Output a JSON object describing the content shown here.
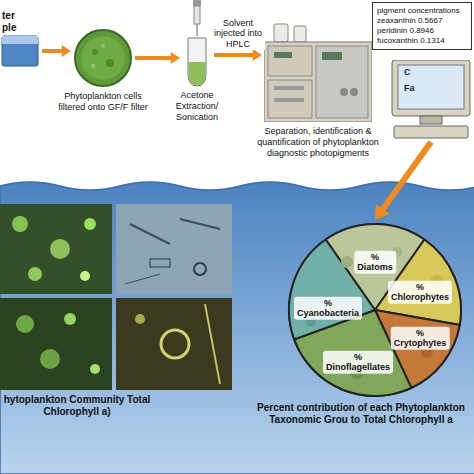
{
  "diagram": {
    "nodes": [
      {
        "text": [
          "ter ple"
        ]
      },
      {
        "text": [
          "Phytoplankton cells filtered onto GF/F filter"
        ]
      },
      {
        "text": [
          "Acetone Extraction/ Sonication"
        ]
      },
      {
        "text": [
          "Separation, identification & quantification of phytoplankton diagnostic photopigments"
        ]
      },
      {
        "text": [
          "pigment concentrations",
          "zeaxanthin 0.5667",
          "peridinin 0.8946",
          "fucoxanthin 0.1314"
        ]
      },
      {
        "text": [
          "C",
          "Fa"
        ]
      },
      {
        "text": [
          "hytoplankton Community Total Chlorophyll a)"
        ]
      },
      {
        "text": [
          "Percent contribution of each Phytoplankton Taxonomic Grou to Total Chlorophyll a"
        ]
      },
      {
        "text": [
          "%",
          "Diatoms"
        ],
        "in": 7
      },
      {
        "text": [
          "%",
          "Chlorophytes"
        ],
        "in": 7
      },
      {
        "text": [
          "%",
          "Cyanobacteria"
        ],
        "in": 7
      },
      {
        "text": [
          "%",
          "Crytophytes"
        ],
        "in": 7
      },
      {
        "text": [
          "%",
          "Dinoflagellates"
        ],
        "in": 7
      }
    ],
    "edges": [
      {
        "from": 0,
        "to": 1,
        "arrow": "to"
      },
      {
        "from": 1,
        "to": 2,
        "arrow": "to"
      },
      {
        "from": 2,
        "to": 3,
        "label": "Solvent injected into HPLC",
        "arrow": "to"
      },
      {
        "from": 5,
        "to": 7,
        "arrow": "to"
      }
    ]
  }
}
